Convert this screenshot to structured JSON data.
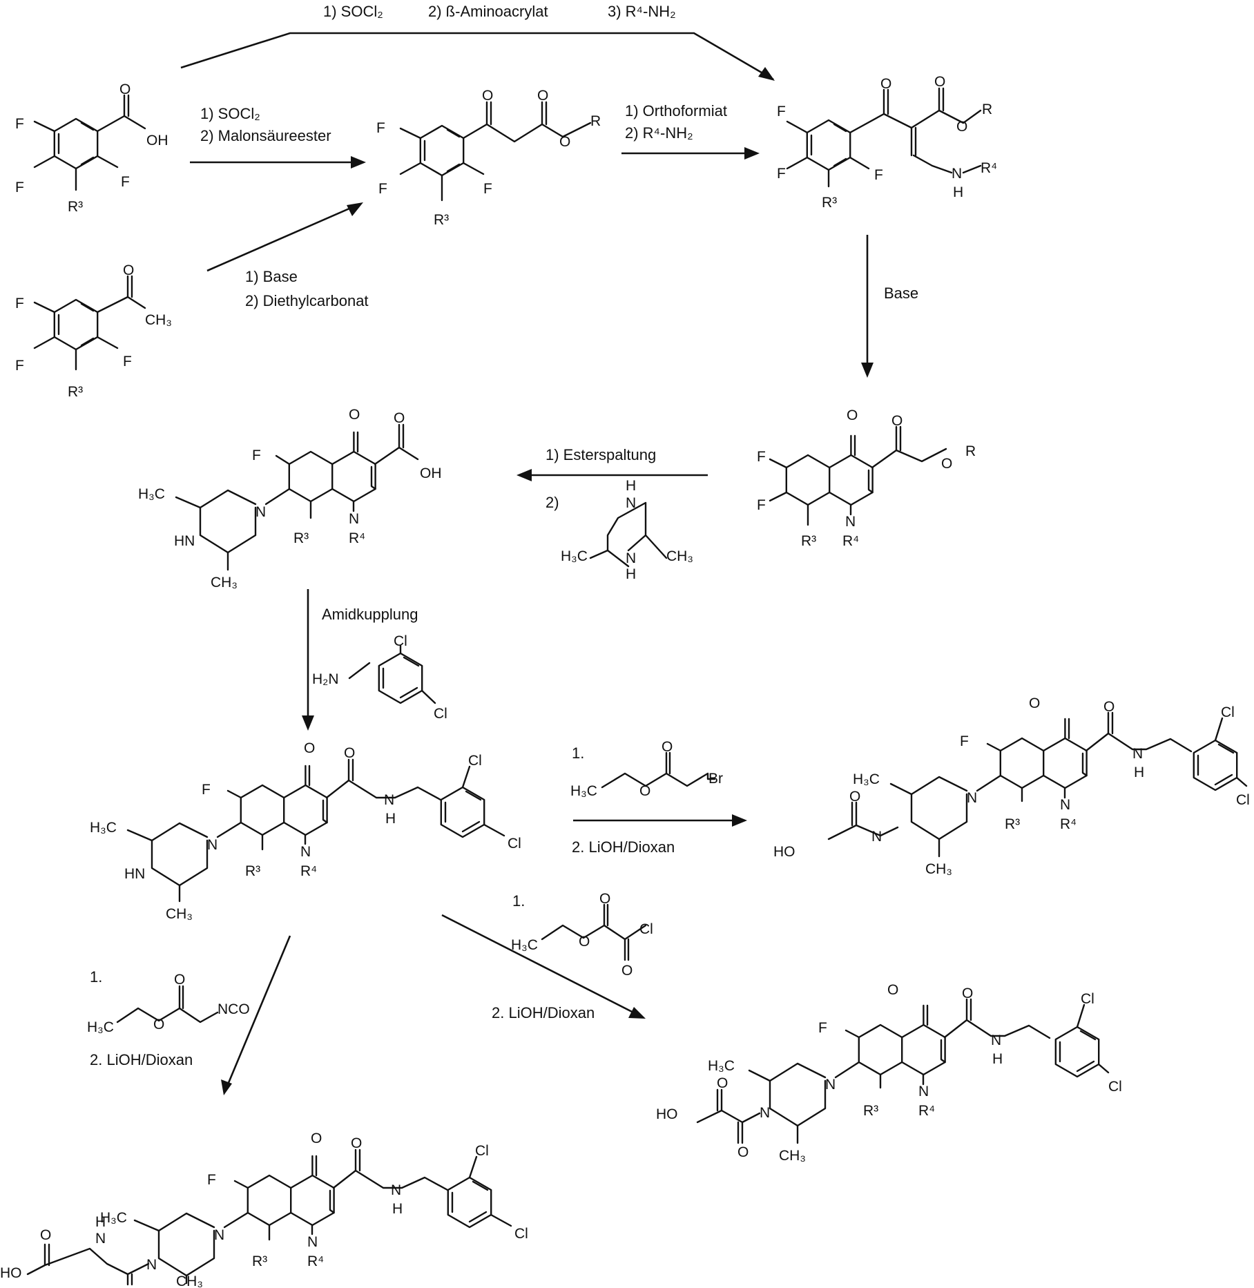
{
  "colors": {
    "ink": "#111111",
    "background": "#ffffff"
  },
  "reactions": {
    "top_arrow": {
      "step1": "1) SOCl₂",
      "step2": "2) ß-Aminoacrylat",
      "step3": "3) R⁴-NH₂"
    },
    "acid_to_ketoester": {
      "step1": "1) SOCl₂",
      "step2": "2) Malonsäureester"
    },
    "acetophenone_to_ketoester": {
      "step1": "1) Base",
      "step2": "2) Diethylcarbonat"
    },
    "ketoester_to_enamine": {
      "step1": "1) Orthoformiat",
      "step2": "2) R⁴-NH₂"
    },
    "cyclization": {
      "reagent": "Base"
    },
    "ester_cleavage": {
      "step1": "1) Esterspaltung",
      "step2": "2)"
    },
    "amide_coupling": {
      "label": "Amidkupplung"
    },
    "bromoacetate": {
      "step1": "1.",
      "step2": "2. LiOH/Dioxan"
    },
    "oxalyl": {
      "step1": "1.",
      "step2": "2. LiOH/Dioxan"
    },
    "isocyanate": {
      "step1": "1.",
      "step2": "2. LiOH/Dioxan"
    }
  },
  "atoms": {
    "F": "F",
    "O": "O",
    "N": "N",
    "H": "H",
    "R": "R",
    "Cl": "Cl",
    "Br": "Br",
    "OH": "OH",
    "HO": "HO",
    "HN": "HN",
    "NCO": "NCO",
    "R3": "R³",
    "R4": "R⁴",
    "CH3": "CH₃",
    "H3C": "H₃C",
    "H2N": "H₂N"
  }
}
